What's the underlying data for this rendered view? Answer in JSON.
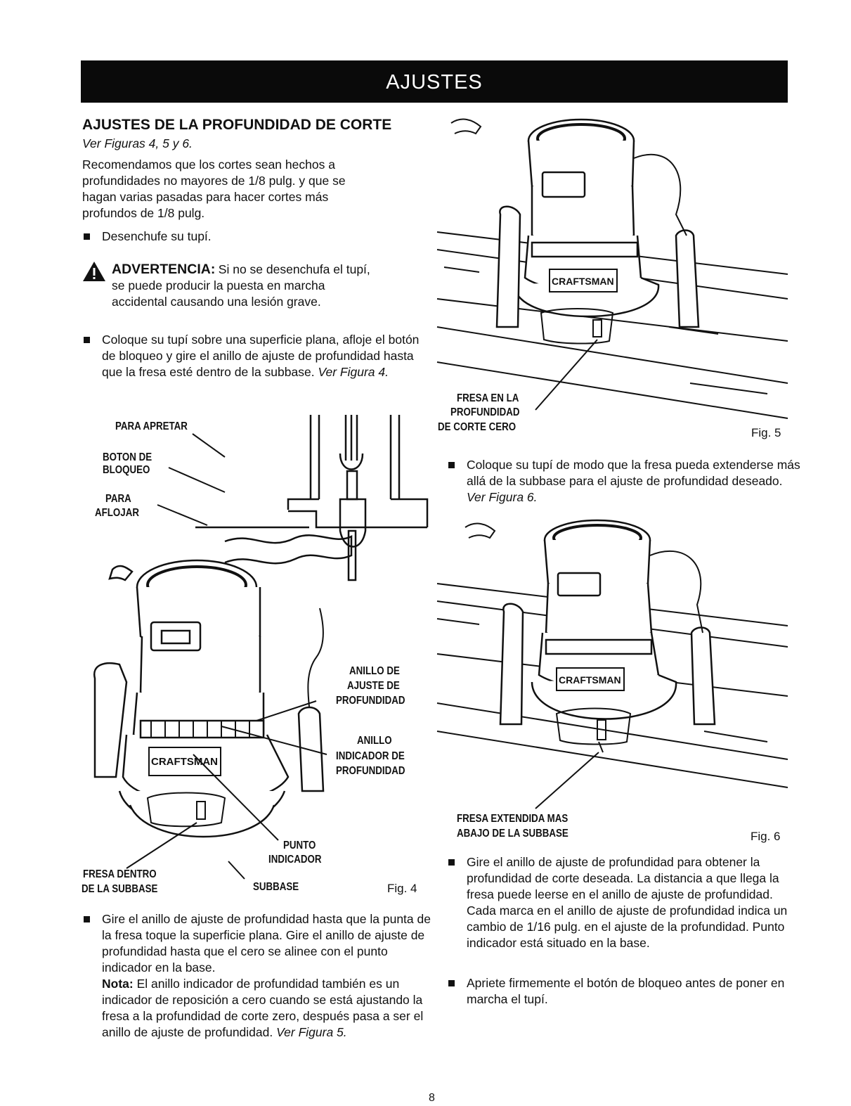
{
  "banner": {
    "title": "AJUSTES"
  },
  "section": {
    "heading": "AJUSTES DE LA PROFUNDIDAD DE CORTE",
    "figure_ref": "Ver Figuras 4, 5 y 6.",
    "intro": "Recomendamos que los cortes sean hechos a profundidades no mayores de 1/8 pulg. y que se hagan varias pasadas para hacer cortes más profundos de 1/8 pulg.",
    "bullet_unplug": "Desenchufe su tupí.",
    "warning": {
      "label": "ADVERTENCIA:",
      "text_line1": "Si no se desenchufa el tupí,",
      "text_rest": "se puede producir la puesta en marcha accidental causando una lesión grave."
    },
    "bullet_place": "Coloque su tupí sobre una superficie plana, afloje el botón de bloqueo y gire el anillo de ajuste de profundidad hasta que la fresa esté dentro de la subbase.",
    "bullet_place_ref": "Ver Figura 4.",
    "bullet_turn": "Gire el anillo de ajuste de profundidad hasta que la punta de la fresa toque la superficie plana. Gire el anillo de ajuste de profundidad hasta que el cero se alinee con el punto indicador en la base.",
    "note_label": "Nota:",
    "note_text": "El anillo indicador de profundidad también es un indicador de reposición a cero cuando se está ajustando la fresa a la profundidad de corte zero, después pasa a ser el anillo de ajuste de profundidad.",
    "note_ref": "Ver Figura 5."
  },
  "fig4": {
    "number": "Fig. 4",
    "labels": {
      "para_apretar": "PARA APRETAR",
      "boton_de": "BOTON DE",
      "bloqueo": "BLOQUEO",
      "para": "PARA",
      "aflojar": "AFLOJAR",
      "anillo_ajuste_1": "ANILLO DE",
      "anillo_ajuste_2": "AJUSTE DE",
      "anillo_ajuste_3": "PROFUNDIDAD",
      "anillo_ind_1": "ANILLO",
      "anillo_ind_2": "INDICADOR DE",
      "anillo_ind_3": "PROFUNDIDAD",
      "punto_1": "PUNTO",
      "punto_2": "INDICADOR",
      "fresa_1": "FRESA DENTRO",
      "fresa_2": "DE LA SUBBASE",
      "subbase": "SUBBASE",
      "brand": "CRAFTSMAN"
    }
  },
  "fig5": {
    "number": "Fig. 5",
    "label_1": "FRESA EN LA",
    "label_2": "PROFUNDIDAD",
    "label_3": "DE CORTE CERO",
    "brand": "CRAFTSMAN"
  },
  "right": {
    "bullet_extend": "Coloque su tupí de modo que la fresa pueda extenderse más allá de la subbase para el ajuste de profundidad deseado.",
    "bullet_extend_ref": "Ver Figura 6.",
    "bullet_turn2": "Gire el anillo de ajuste de profundidad para obtener la profundidad de corte deseada. La distancia a que llega la fresa puede leerse en el anillo de ajuste de profundidad. Cada marca en el anillo de ajuste de profundidad indica un cambio de 1/16 pulg. en el ajuste de la profundidad. Punto indicador está situado en la base.",
    "bullet_tighten": "Apriete firmemente el botón de bloqueo antes de poner en marcha el tupí."
  },
  "fig6": {
    "number": "Fig. 6",
    "label_1": "FRESA EXTENDIDA MAS",
    "label_2": "ABAJO DE LA SUBBASE",
    "brand": "CRAFTSMAN"
  },
  "page": {
    "number": "8"
  }
}
